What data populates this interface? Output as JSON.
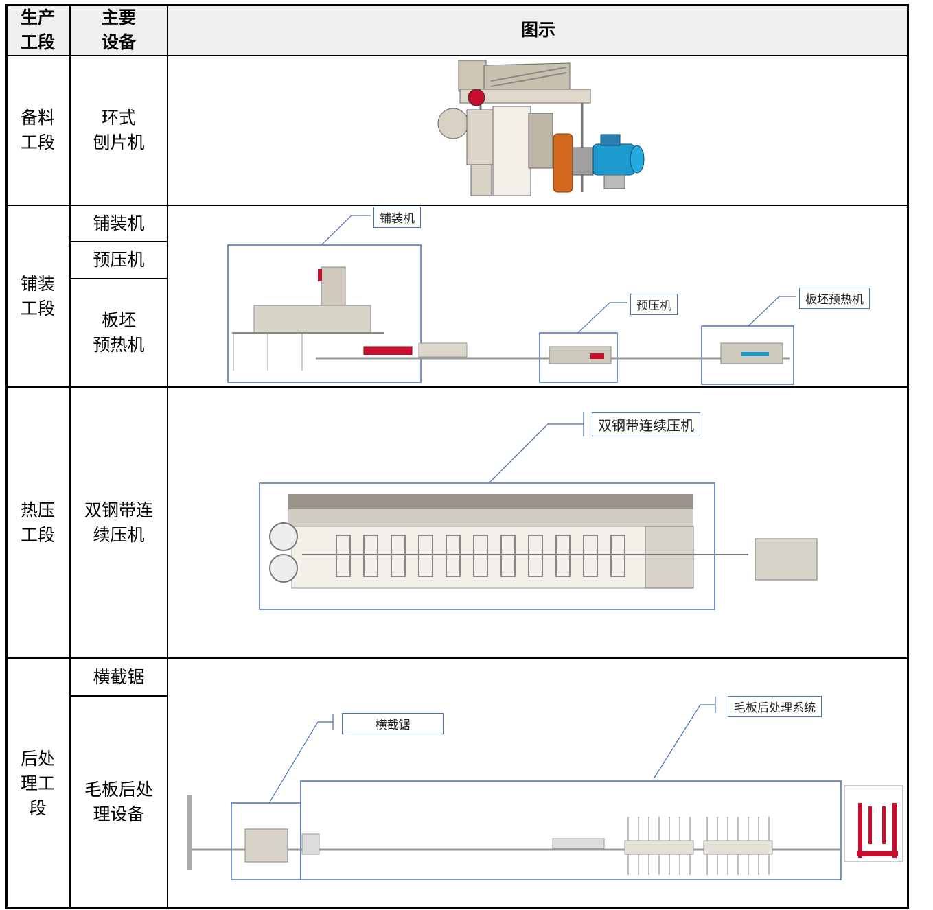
{
  "table": {
    "headers": {
      "stage": "生产\n工段",
      "equipment": "主要\n设备",
      "figure": "图示"
    },
    "rows": [
      {
        "stage": "备料\n工段",
        "equipment": [
          "环式\n刨片机"
        ]
      },
      {
        "stage": "铺装\n工段",
        "equipment": [
          "铺装机",
          "预压机",
          "板坯\n预热机"
        ]
      },
      {
        "stage": "热压\n工段",
        "equipment": [
          "双钢带连\n续压机"
        ]
      },
      {
        "stage": "后处\n理工\n段",
        "equipment": [
          "横截锯",
          "毛板后处\n理设备"
        ]
      }
    ]
  },
  "figures": {
    "forming": {
      "labels": [
        "铺装机",
        "预压机",
        "板坯预热机"
      ]
    },
    "press": {
      "labels": [
        "双钢带连续压机"
      ]
    },
    "post": {
      "labels": [
        "横截锯",
        "毛板后处理系统"
      ]
    }
  },
  "colors": {
    "frame": "#000000",
    "callout_box": "#4a6fb5",
    "machine_beige": "#d8d2c4",
    "motor_blue": "#1d9bd1",
    "fan_orange": "#d2691e",
    "accent_red": "#c8102e"
  }
}
